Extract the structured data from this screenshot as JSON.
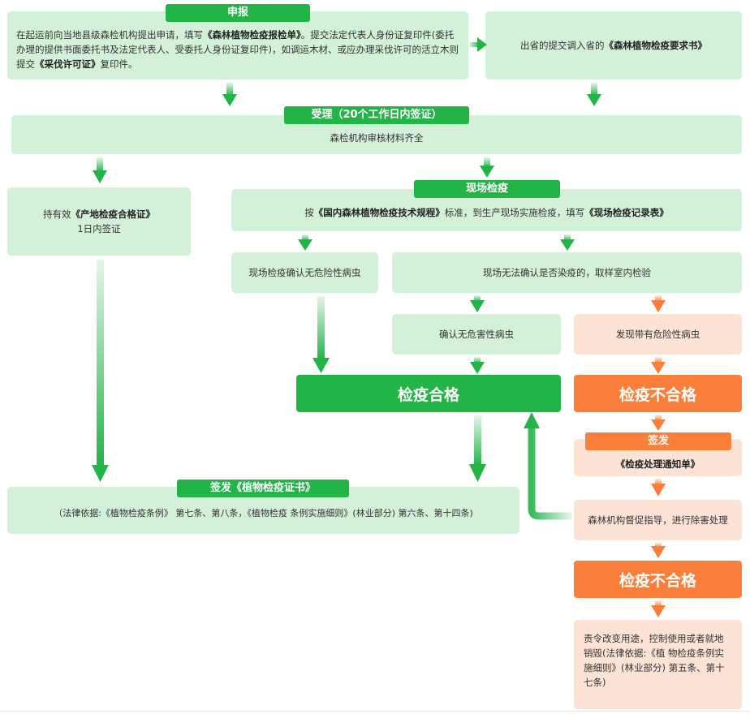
{
  "apply": {
    "label": "申报",
    "text_a": "在起运前向当地县级森检机构提出申请，填写",
    "doc_a": "《森林植物检疫报检单》",
    "text_b": "。提交法定代表人身份证复印件(委托办理的提供书面委托书及法定代表人、受委托人身份证复印件)，如调运木材、或应办理采伐许可的活立木则提交",
    "doc_b": "《采伐许可证》",
    "text_c": "复印件。"
  },
  "out_province": {
    "text": "出省的提交调入省的",
    "doc": "《森林植物检疫要求书》"
  },
  "accept": {
    "label": "受理（20个工作日内签证）",
    "text": "森检机构审核材料齐全"
  },
  "valid_cert": {
    "text_a": "持有效",
    "doc": "《产地检疫合格证》",
    "text_b": "1日内签证"
  },
  "onsite": {
    "label": "现场检疫",
    "text_a": "按",
    "doc_a": "《国内森林植物检疫技术规程》",
    "text_b": "标准，到生产现场实施检疫，填写",
    "doc_b": "《现场检疫记录表》"
  },
  "onsite_safe": {
    "text": "现场检疫确认无危险性病虫"
  },
  "onsite_unsure": {
    "text": "现场无法确认是否染疫的，取样室内检验"
  },
  "lab_safe": {
    "text": "确认无危害性病虫"
  },
  "lab_danger": {
    "text": "发现带有危险性病虫"
  },
  "pass": {
    "text": "检疫合格"
  },
  "fail1": {
    "text": "检疫不合格"
  },
  "notice": {
    "label": "签发",
    "doc": "《检疫处理通知单》"
  },
  "issue": {
    "label": "签发《植物检疫证书》",
    "text": "（法律依据:《植物检疫条例》 第七条、第八条，《植物检疫 条例实施细则》(林业部分) 第六条、第十四条)"
  },
  "treat": {
    "text": "森林机构督促指导，进行除害处理"
  },
  "fail2": {
    "text": "检疫不合格"
  },
  "final": {
    "text": "责令改变用途，控制使用或者就地销毁(法律依据:《植 物检疫条例实施细则》(林业部分) 第五条、第十七条)"
  },
  "colors": {
    "green": "#22b447",
    "light_green": "#d3f0d8",
    "orange": "#fa7f3a",
    "light_orange": "#fde3d6"
  }
}
